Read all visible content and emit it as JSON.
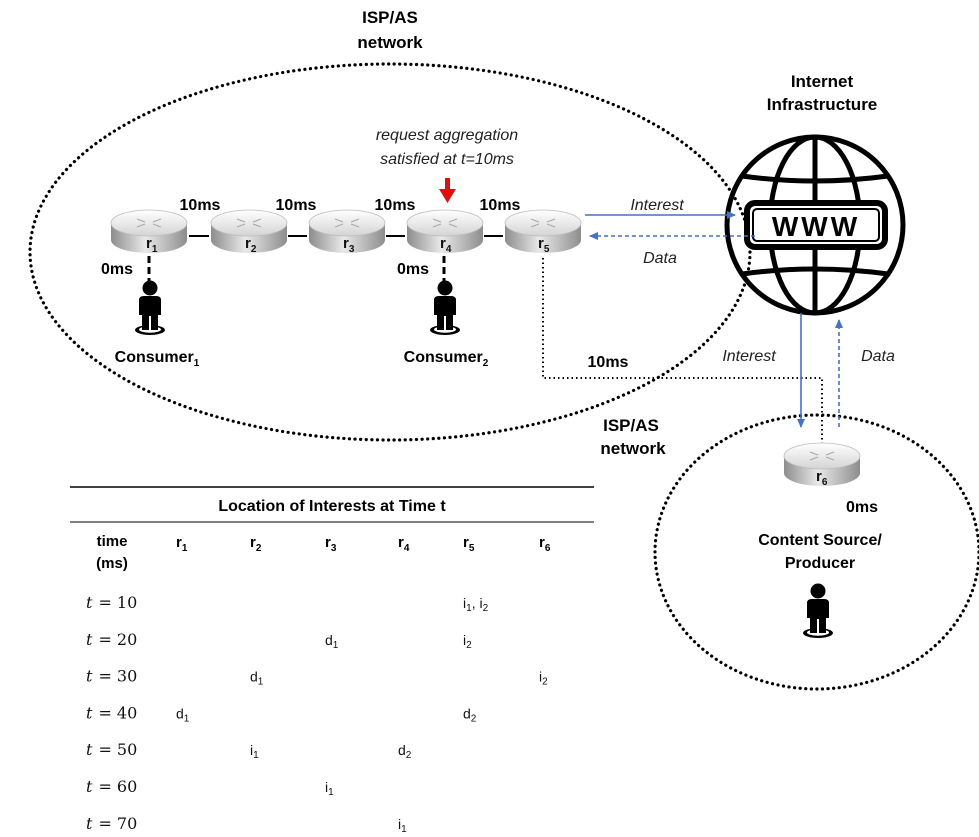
{
  "network_labels": {
    "isp_top_line1": "ISP/AS",
    "isp_top_line2": "network",
    "isp_bottom_line1": "ISP/AS",
    "isp_bottom_line2": "network",
    "internet_line1": "Internet",
    "internet_line2": "Infrastructure",
    "www": "WWW"
  },
  "annotation": {
    "line1": "request aggregation",
    "line2": "satisfied at t=10ms"
  },
  "routers": [
    {
      "base": "r",
      "sub": "1"
    },
    {
      "base": "r",
      "sub": "2"
    },
    {
      "base": "r",
      "sub": "3"
    },
    {
      "base": "r",
      "sub": "4"
    },
    {
      "base": "r",
      "sub": "5"
    },
    {
      "base": "r",
      "sub": "6"
    }
  ],
  "delays": {
    "r1_r2": "10ms",
    "r2_r3": "10ms",
    "r3_r4": "10ms",
    "r4_r5": "10ms",
    "consumer1": "0ms",
    "consumer2": "0ms",
    "r5_r6": "10ms",
    "producer": "0ms"
  },
  "consumers": [
    {
      "base": "Consumer",
      "sub": "1"
    },
    {
      "base": "Consumer",
      "sub": "2"
    }
  ],
  "producer": {
    "line1": "Content Source/",
    "line2": "Producer"
  },
  "flows": {
    "interest_top": "Interest",
    "data_top": "Data",
    "interest_bottom": "Interest",
    "data_bottom": "Data"
  },
  "table": {
    "title": "Location of Interests at Time t",
    "time_header_line1": "time",
    "time_header_line2": "(ms)",
    "columns": [
      {
        "base": "r",
        "sub": "1"
      },
      {
        "base": "r",
        "sub": "2"
      },
      {
        "base": "r",
        "sub": "3"
      },
      {
        "base": "r",
        "sub": "4"
      },
      {
        "base": "r",
        "sub": "5"
      },
      {
        "base": "r",
        "sub": "6"
      }
    ],
    "rows": [
      {
        "t_var": "t",
        "t_val": "= 10",
        "cells": [
          [],
          [],
          [],
          [],
          [
            [
              "i",
              "1"
            ],
            [
              "i",
              "2"
            ]
          ],
          []
        ]
      },
      {
        "t_var": "t",
        "t_val": "= 20",
        "cells": [
          [],
          [],
          [
            [
              "d",
              "1"
            ]
          ],
          [],
          [
            [
              "i",
              "2"
            ]
          ],
          []
        ]
      },
      {
        "t_var": "t",
        "t_val": "= 30",
        "cells": [
          [],
          [
            [
              "d",
              "1"
            ]
          ],
          [],
          [],
          [],
          [
            [
              "i",
              "2"
            ]
          ]
        ]
      },
      {
        "t_var": "t",
        "t_val": "= 40",
        "cells": [
          [
            [
              "d",
              "1"
            ]
          ],
          [],
          [],
          [],
          [
            [
              "d",
              "2"
            ]
          ],
          []
        ]
      },
      {
        "t_var": "t",
        "t_val": "= 50",
        "cells": [
          [],
          [
            [
              "i",
              "1"
            ]
          ],
          [],
          [
            [
              "d",
              "2"
            ]
          ],
          [],
          []
        ]
      },
      {
        "t_var": "t",
        "t_val": "= 60",
        "cells": [
          [],
          [],
          [
            [
              "i",
              "1"
            ]
          ],
          [],
          [],
          []
        ]
      },
      {
        "t_var": "t",
        "t_val": "= 70",
        "cells": [
          [],
          [],
          [],
          [
            [
              "i",
              "1"
            ]
          ],
          [],
          []
        ]
      }
    ]
  },
  "colors": {
    "arrow_blue": "#4472c4",
    "arrow_red": "#e0100f",
    "router_light": "#f2f2f2",
    "router_dark": "#9a9a9a"
  }
}
